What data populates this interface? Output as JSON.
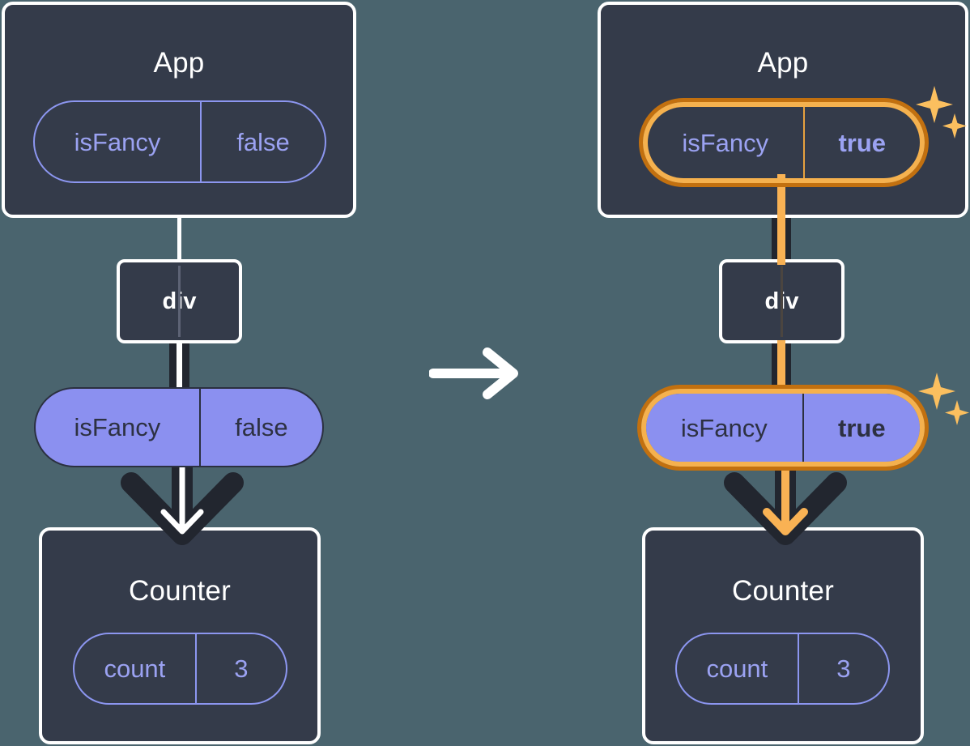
{
  "diagram": {
    "title": "React state propagation: isFancy false to true",
    "background_color": "#4a646e",
    "panel_color": "#343b4a",
    "pill_fill_color": "#8b90f0",
    "pill_outline_color": "#8c96f0",
    "highlight_outer_color": "#c2700f",
    "highlight_inner_color": "#f5b14e",
    "sparkle_color": "#fbbf5f",
    "connector_dark_color": "#22262f",
    "connector_white_color": "#ffffff",
    "connector_orange_color": "#f9b254"
  },
  "left": {
    "app": {
      "title": "App",
      "pill": {
        "key": "isFancy",
        "value": "false",
        "style": "outline",
        "highlighted": false
      }
    },
    "div_node": {
      "label": "div"
    },
    "props_pill": {
      "key": "isFancy",
      "value": "false",
      "style": "solid",
      "highlighted": false
    },
    "counter": {
      "title": "Counter",
      "pill": {
        "key": "count",
        "value": "3",
        "style": "outline",
        "highlighted": false
      }
    }
  },
  "transition": {
    "icon": "arrow-right-icon"
  },
  "right": {
    "app": {
      "title": "App",
      "pill": {
        "key": "isFancy",
        "value": "true",
        "style": "outline",
        "highlighted": true
      },
      "sparkle_icon": "sparkles-icon"
    },
    "div_node": {
      "label": "div"
    },
    "props_pill": {
      "key": "isFancy",
      "value": "true",
      "style": "solid",
      "highlighted": true
    },
    "props_sparkle_icon": "sparkles-icon",
    "counter": {
      "title": "Counter",
      "pill": {
        "key": "count",
        "value": "3",
        "style": "outline",
        "highlighted": false
      }
    }
  }
}
